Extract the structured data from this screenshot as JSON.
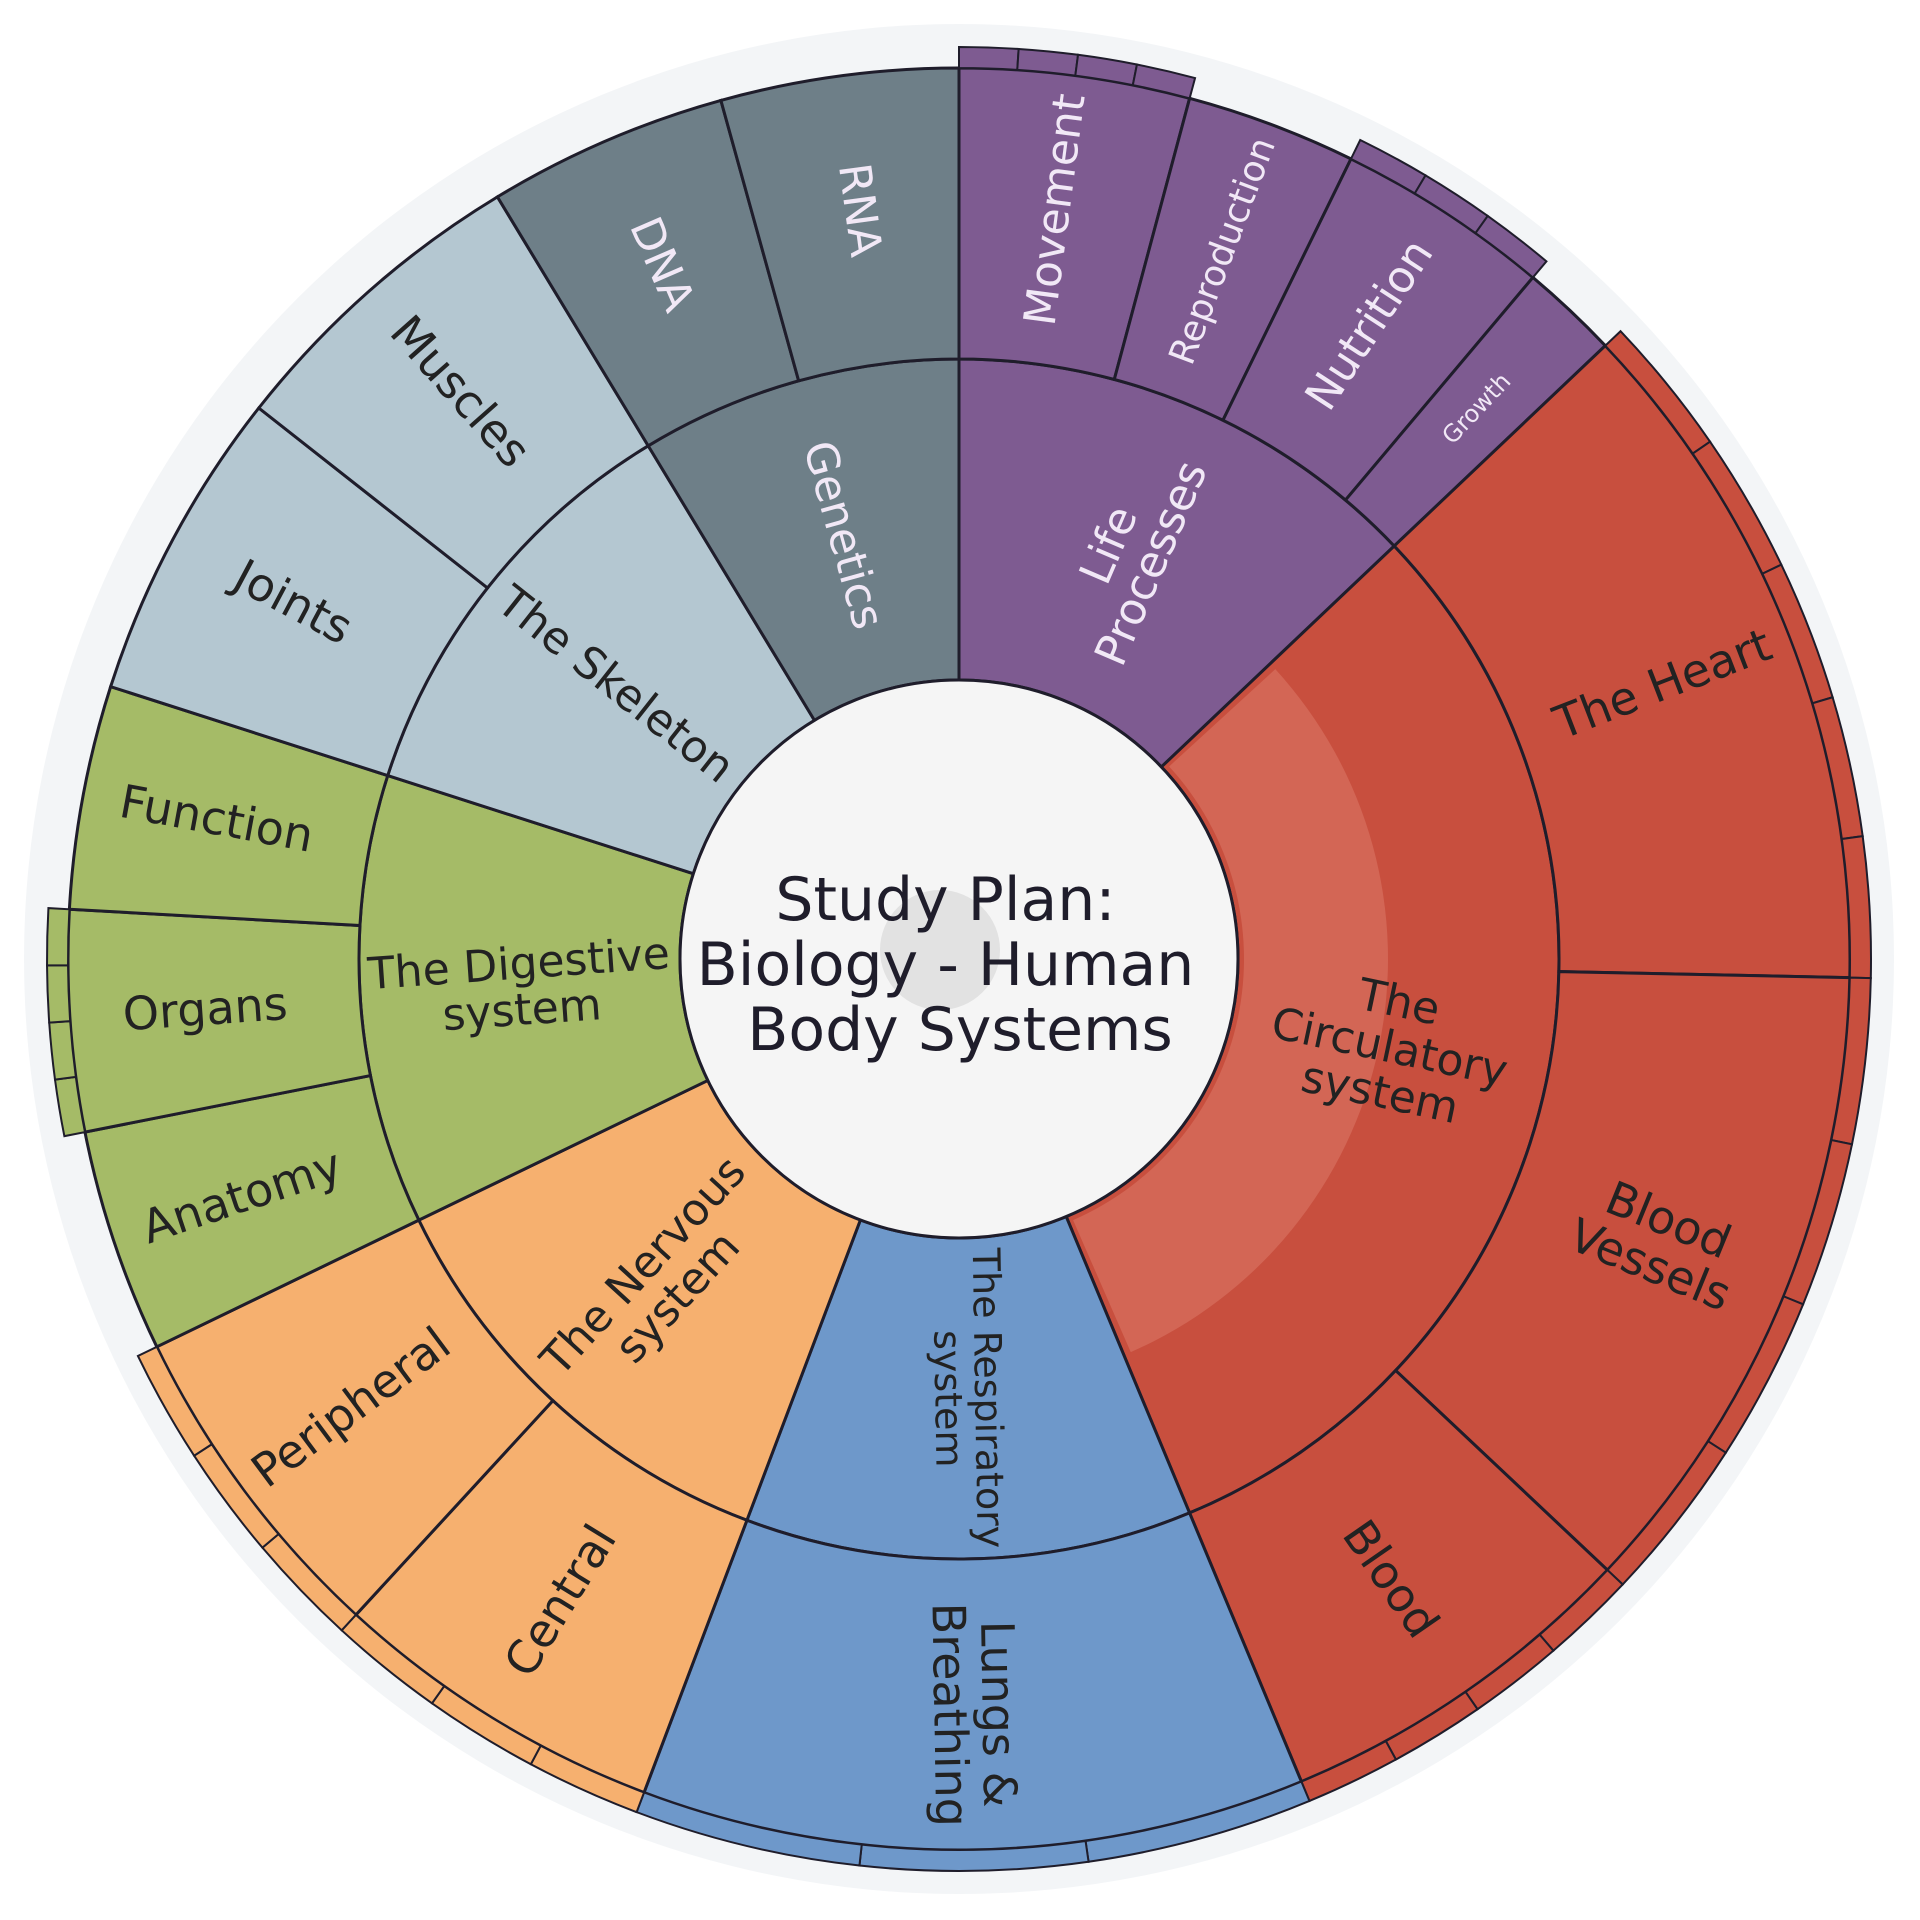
{
  "title": {
    "lines": [
      "Study Plan:",
      "Biology - Human",
      "Body Systems"
    ]
  },
  "colors": {
    "life": "#7e5b91",
    "circulatory": "#c84f3e",
    "circulatory_light": "#d46858",
    "respiratory": "#6e98ca",
    "nervous": "#f6b06f",
    "digestive": "#a5bb67",
    "skeleton": "#b4c7d1",
    "genetics": "#6e7f88",
    "background": "#f3f5f7",
    "outline": "#1f1d2b",
    "text_dark": "#222222",
    "text_light": "#f1e8f6"
  },
  "systems": [
    {
      "key": "life",
      "label": [
        "Life",
        "Processes"
      ],
      "topics": [
        [
          "Movement"
        ],
        [
          "Reproduction"
        ],
        [
          "Nutrition"
        ],
        [
          "Growth"
        ]
      ]
    },
    {
      "key": "circulatory",
      "label": [
        "The",
        "Circulatory",
        "system"
      ],
      "topics": [
        [
          "The Heart"
        ],
        [
          "Blood",
          "Vessels"
        ],
        [
          "Blood"
        ]
      ]
    },
    {
      "key": "respiratory",
      "label": [
        "The Respiratory",
        "system"
      ],
      "topics": [
        [
          "Lungs &",
          "Breathing"
        ]
      ]
    },
    {
      "key": "nervous",
      "label": [
        "The Nervous",
        "system"
      ],
      "topics": [
        [
          "Central"
        ],
        [
          "Peripheral"
        ]
      ]
    },
    {
      "key": "digestive",
      "label": [
        "The Digestive",
        "system"
      ],
      "topics": [
        [
          "Anatomy"
        ],
        [
          "Organs"
        ],
        [
          "Function"
        ]
      ]
    },
    {
      "key": "skeleton",
      "label": [
        "The Skeleton"
      ],
      "topics": [
        [
          "Joints"
        ],
        [
          "Muscles"
        ]
      ]
    },
    {
      "key": "genetics",
      "label": [
        "Genetics"
      ],
      "topics": [
        [
          "DNA"
        ],
        [
          "RNA"
        ]
      ]
    }
  ]
}
